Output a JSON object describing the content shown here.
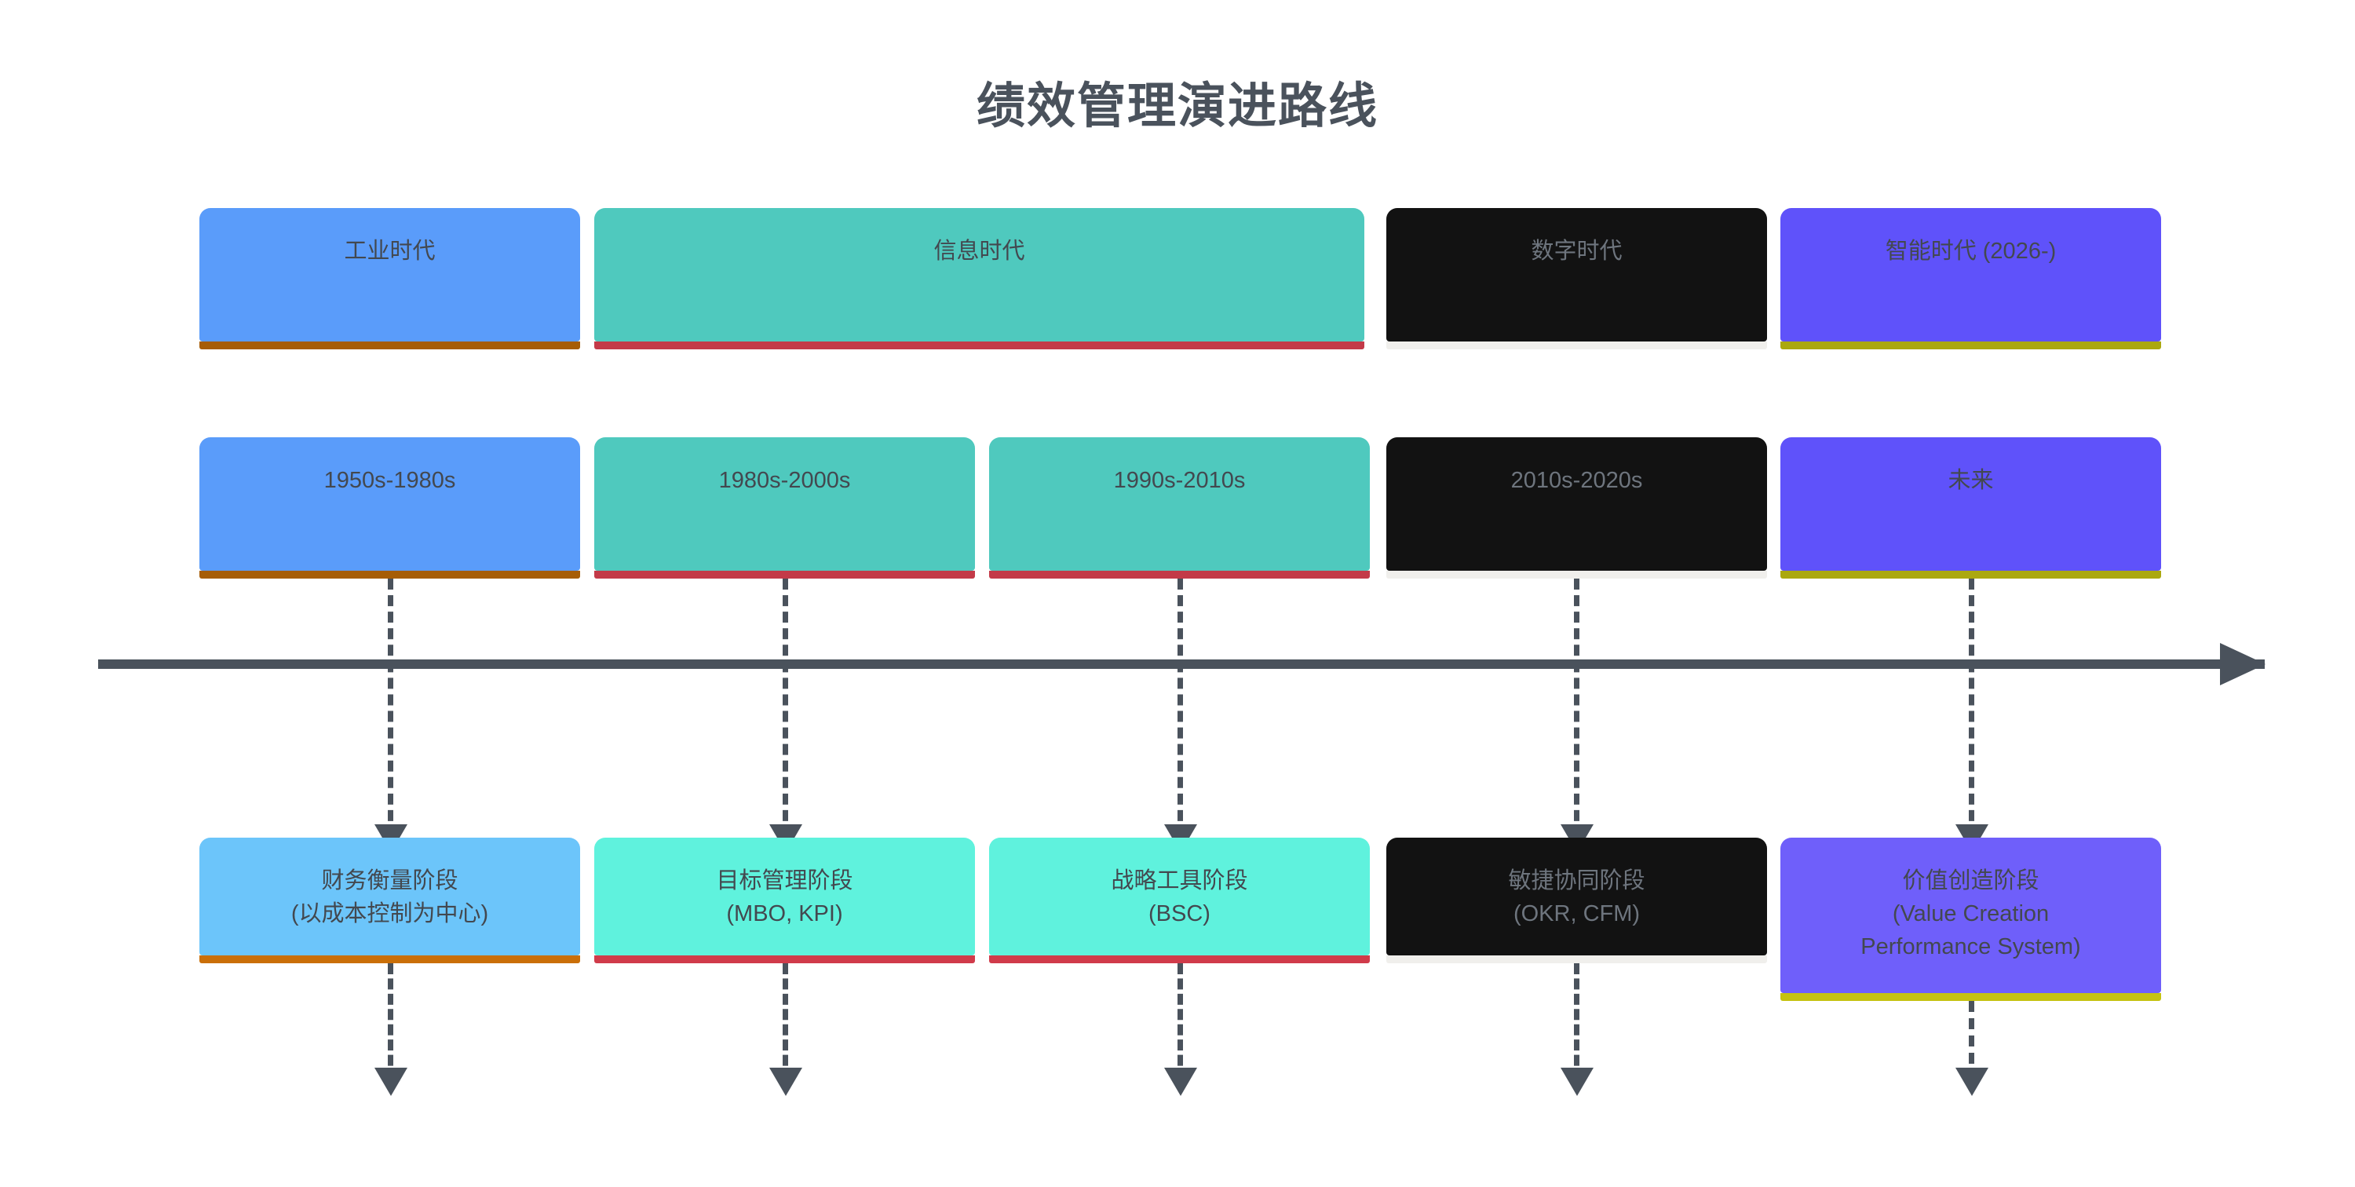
{
  "title": "绩效管理演进路线",
  "theme": {
    "background": "#ffffff",
    "title_color": "#4a525c",
    "axis_color": "#4a525c",
    "connector_color": "#4a525c"
  },
  "axis": {
    "name": "timeline-axis",
    "direction": "left-to-right"
  },
  "eras": [
    {
      "id": "industrial",
      "label": "工业时代",
      "fill": "#5a9cfa",
      "underline": "#a65d06",
      "text_color": "#43484f"
    },
    {
      "id": "information",
      "label": "信息时代",
      "fill": "#4fc9be",
      "underline": "#c33a48",
      "text_color": "#43484f"
    },
    {
      "id": "digital",
      "label": "数字时代",
      "fill": "#121212",
      "underline": "#f0efec",
      "text_color": "#6e757e"
    },
    {
      "id": "intelligent",
      "label": "智能时代 (2026-)",
      "fill": "#5f52fa",
      "underline": "#aba80f",
      "text_color": "#43484f"
    }
  ],
  "periods": [
    {
      "id": "1950s-1980s",
      "label": "1950s-1980s",
      "fill": "#5a9cfa",
      "underline": "#a65d06",
      "text_color": "#43484f"
    },
    {
      "id": "1980s-2000s",
      "label": "1980s-2000s",
      "fill": "#4fc9be",
      "underline": "#c33a48",
      "text_color": "#43484f"
    },
    {
      "id": "1990s-2010s",
      "label": "1990s-2010s",
      "fill": "#4fc9be",
      "underline": "#c33a48",
      "text_color": "#43484f"
    },
    {
      "id": "2010s-2020s",
      "label": "2010s-2020s",
      "fill": "#121212",
      "underline": "#f0efec",
      "text_color": "#6e757e"
    },
    {
      "id": "future",
      "label": "未来",
      "fill": "#5f52fa",
      "underline": "#aba80f",
      "text_color": "#43484f"
    }
  ],
  "stages": [
    {
      "id": "financial-measurement",
      "label": "财务衡量阶段\n(以成本控制为中心)",
      "fill": "#6cc5fa",
      "underline": "#ca6f08",
      "text_color": "#43484f"
    },
    {
      "id": "objective-management",
      "label": "目标管理阶段\n(MBO, KPI)",
      "fill": "#5ff2dd",
      "underline": "#d03b4a",
      "text_color": "#43484f"
    },
    {
      "id": "strategic-tooling",
      "label": "战略工具阶段\n(BSC)",
      "fill": "#5ff2dd",
      "underline": "#d03b4a",
      "text_color": "#43484f"
    },
    {
      "id": "agile-collaboration",
      "label": "敏捷协同阶段\n(OKR, CFM)",
      "fill": "#121212",
      "underline": "#f0efec",
      "text_color": "#6e757e"
    },
    {
      "id": "value-creation",
      "label": "价值创造阶段\n(Value Creation\nPerformance System)",
      "fill": "#6f5ffa",
      "underline": "#c5c210",
      "text_color": "#43484f"
    }
  ]
}
